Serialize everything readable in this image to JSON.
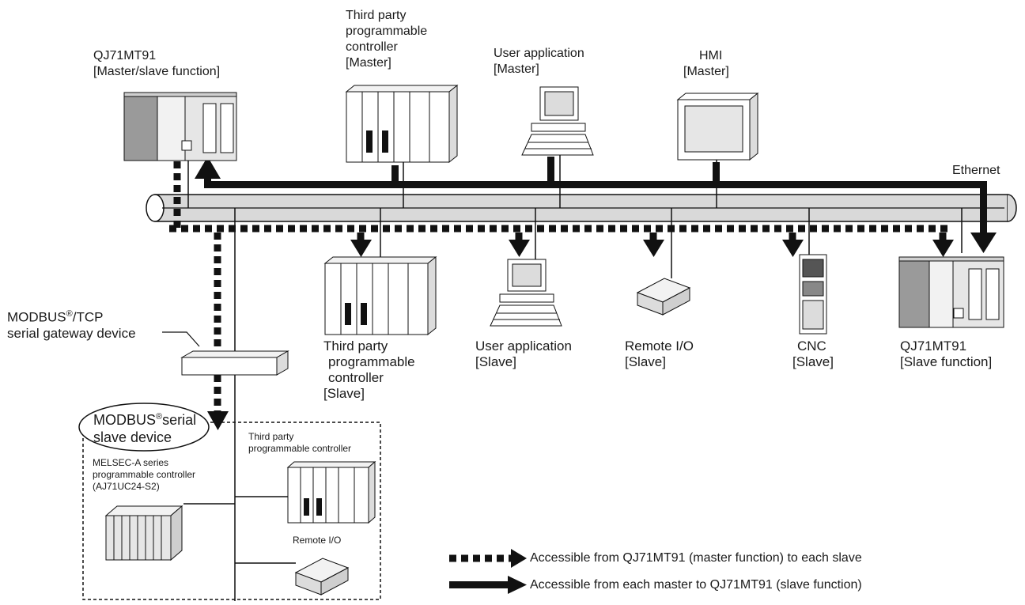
{
  "labels": {
    "qj_master": [
      "QJ71MT91",
      "[Master/slave function]"
    ],
    "third_party_master": [
      "Third party",
      "programmable",
      "controller",
      "[Master]"
    ],
    "user_app_master": [
      "User application",
      "[Master]"
    ],
    "hmi_master": [
      "HMI",
      "[Master]"
    ],
    "ethernet": "Ethernet",
    "third_party_slave": [
      "Third party",
      "programmable",
      "controller",
      "[Slave]"
    ],
    "user_app_slave": [
      "User application",
      "[Slave]"
    ],
    "remote_io_slave": [
      "Remote I/O",
      "[Slave]"
    ],
    "cnc_slave": [
      "CNC",
      "[Slave]"
    ],
    "qj_slave": [
      "QJ71MT91",
      "[Slave function]"
    ],
    "gateway": {
      "line1_pre": "MODBUS",
      "line1_reg": "®",
      "line1_post": "/TCP",
      "line2": "serial gateway device"
    },
    "serial_slave": {
      "line1_pre": "MODBUS",
      "line1_reg": "®",
      "line1_post": "serial",
      "line2": "slave device"
    },
    "melsec": [
      "MELSEC-A series",
      "programmable controller",
      "(AJ71UC24-S2)"
    ],
    "serial_third_party": [
      "Third party",
      "programmable controller"
    ],
    "serial_remote_io": "Remote I/O"
  },
  "legend": {
    "dashed": "Accessible from QJ71MT91 (master function) to each slave",
    "solid": "Accessible from each master to QJ71MT91 (slave function)"
  },
  "colors": {
    "cable_fill": "#d9d9d9",
    "device_fill": "#e6e6e6",
    "ink": "#111111"
  }
}
